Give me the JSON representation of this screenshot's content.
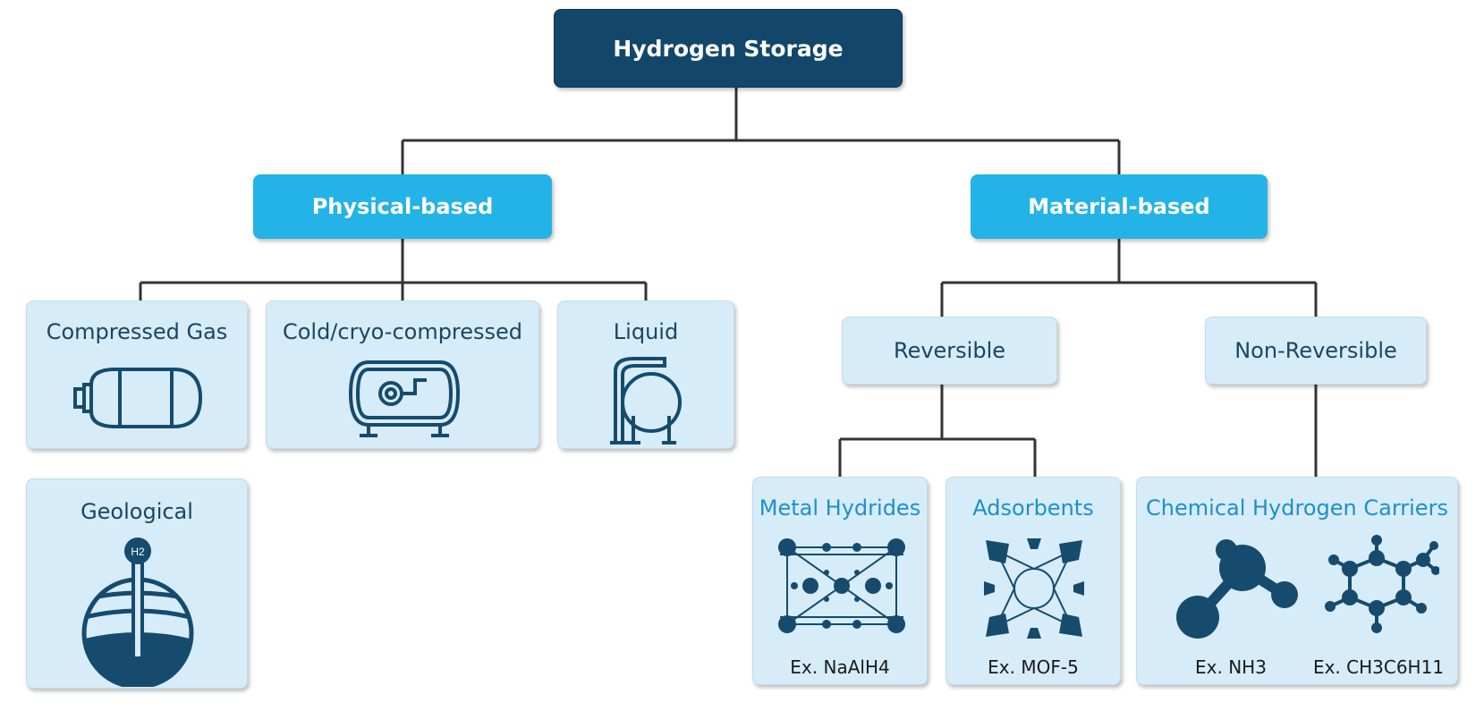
{
  "root": {
    "label": "Hydrogen Storage"
  },
  "branches": {
    "physical": {
      "label": "Physical-based",
      "items": [
        {
          "label": "Compressed Gas",
          "icon": "gas-cylinder-icon"
        },
        {
          "label": "Cold/cryo-compressed",
          "icon": "cryo-tank-icon"
        },
        {
          "label": "Liquid",
          "icon": "liquid-tank-icon"
        },
        {
          "label": "Geological",
          "icon": "geological-storage-icon"
        }
      ],
      "geo_icon_label": "H2"
    },
    "material": {
      "label": "Material-based",
      "reversible": {
        "label": "Reversible",
        "items": [
          {
            "label": "Metal Hydrides",
            "example": "Ex. NaAlH4",
            "icon": "metal-hydride-lattice-icon"
          },
          {
            "label": "Adsorbents",
            "example": "Ex. MOF-5",
            "icon": "mof-framework-icon"
          }
        ]
      },
      "non_reversible": {
        "label": "Non-Reversible",
        "items": [
          {
            "label": "Chemical Hydrogen Carriers",
            "examples": [
              "Ex. NH3",
              "Ex. CH3C6H11"
            ],
            "icons": [
              "ammonia-molecule-icon",
              "methylcyclohexane-molecule-icon"
            ]
          }
        ]
      }
    }
  },
  "colors": {
    "root": "#12476b",
    "branch": "#23b3e6",
    "leaf": "#d6ecf8",
    "icon": "#164b6e",
    "accent_text": "#1f8fcc"
  }
}
